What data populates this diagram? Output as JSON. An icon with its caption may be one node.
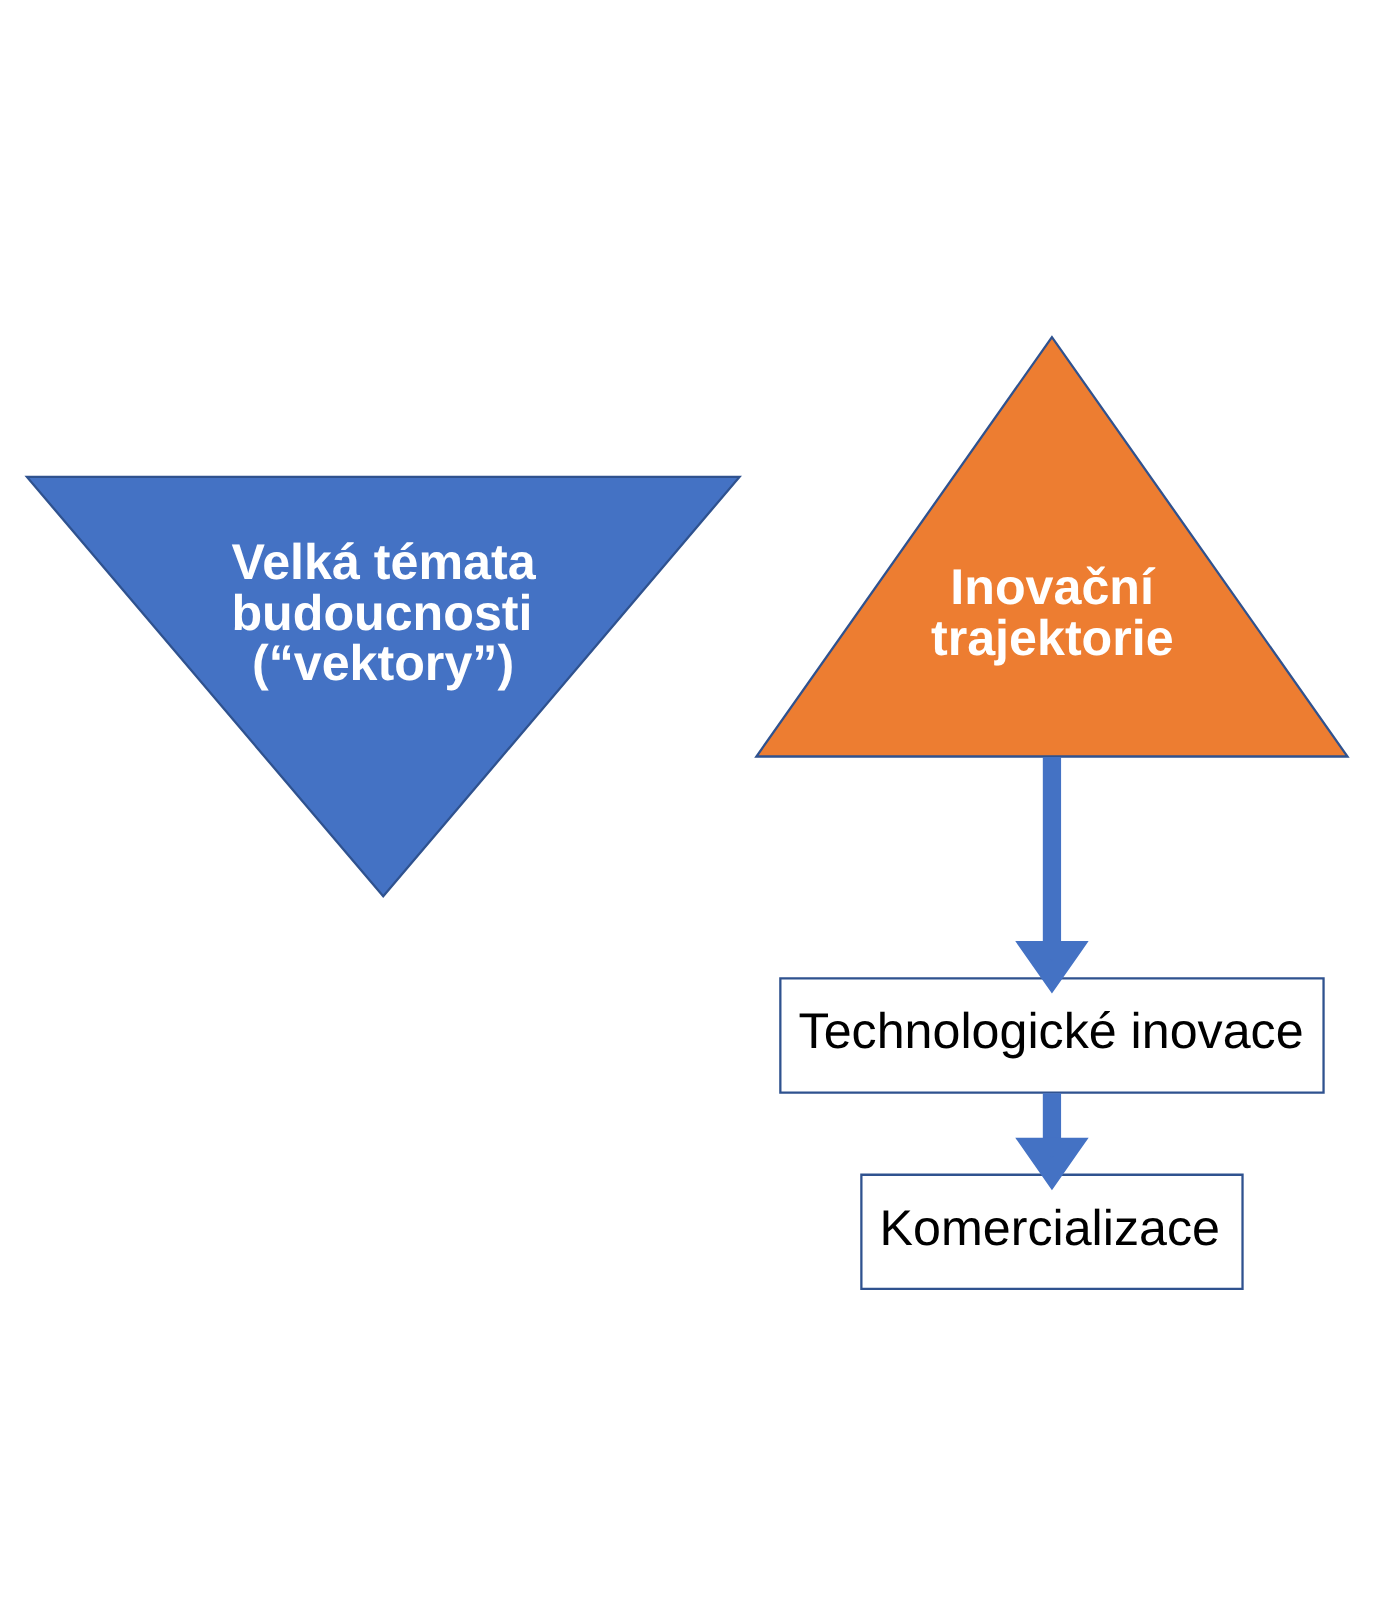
{
  "diagram": {
    "nodes": [
      {
        "text": [
          "Velká témata budoucnosti (“vektory”)"
        ]
      },
      {
        "text": [
          "Inovační trajektorie"
        ]
      },
      {
        "text": [
          "Technologické inovace"
        ]
      },
      {
        "text": [
          "Komercializace"
        ]
      }
    ],
    "edges": [
      {
        "from": 1,
        "to": 2,
        "arrow": "to"
      },
      {
        "from": 2,
        "to": 3,
        "arrow": "to"
      }
    ]
  }
}
